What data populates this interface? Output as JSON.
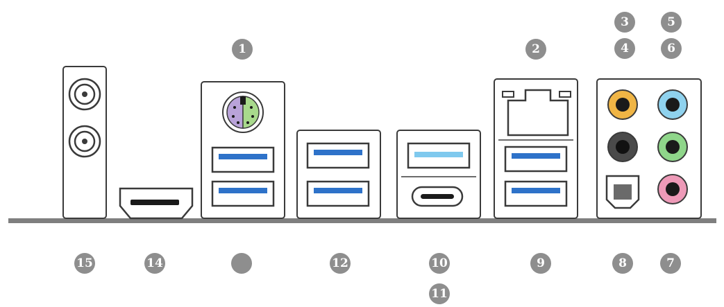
{
  "labels": {
    "n1": "1",
    "n2": "2",
    "n3": "3",
    "n4": "4",
    "n5": "5",
    "n6": "6",
    "n7": "7",
    "n8": "8",
    "n9": "9",
    "n10": "10",
    "n11": "11",
    "n12": "12",
    "n14": "14",
    "n15": "15"
  },
  "colors": {
    "outline": "#3a3a3a",
    "badge": "#8e8e8e",
    "baseline": "#7f7f7f",
    "usb3_blue": "#2e72c9",
    "usb_light_blue": "#7fc9ee",
    "ps2_purple": "#b9a3d9",
    "ps2_green": "#a8d98c",
    "audio_orange": "#f0b545",
    "audio_black": "#4a4a4a",
    "audio_blue": "#8fd2ee",
    "audio_green": "#8fd68a",
    "audio_pink": "#ee9ab8"
  }
}
